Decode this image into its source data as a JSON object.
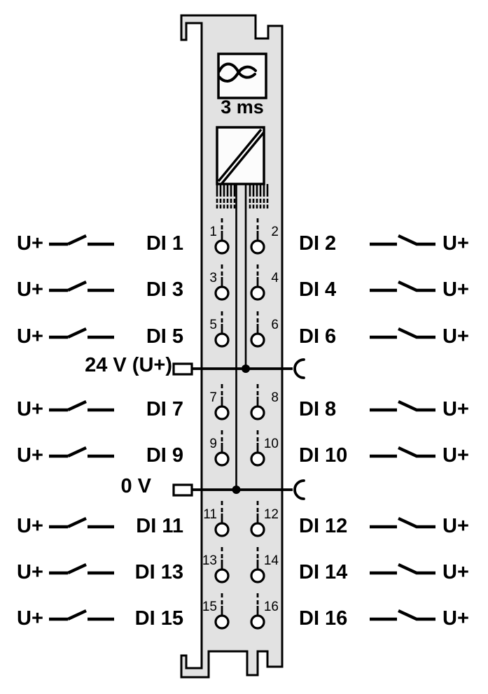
{
  "colors": {
    "body_fill": "#e2e2e2",
    "inner_box_fill": "#fcfcfc",
    "line": "#000000",
    "background": "#ffffff"
  },
  "module": {
    "filter": {
      "icon": "sine-filter-icon",
      "time_label": "3 ms"
    },
    "isolation": {
      "icon": "galvanic-isolation-icon"
    },
    "bus": {
      "icon": "internal-bus-ribbon-icon"
    }
  },
  "power": {
    "supply": {
      "label": "24 V (U+)",
      "terminal_icon": "wire-terminal-icon",
      "contact_icon": "jumper-contact-icon"
    },
    "ground": {
      "label": "0 V",
      "terminal_icon": "wire-terminal-icon",
      "contact_icon": "jumper-contact-icon"
    }
  },
  "rows": [
    {
      "left_supply": "U+",
      "left_channel": "DI 1",
      "left_pin": "1",
      "right_pin": "2",
      "right_channel": "DI 2",
      "right_supply": "U+"
    },
    {
      "left_supply": "U+",
      "left_channel": "DI 3",
      "left_pin": "3",
      "right_pin": "4",
      "right_channel": "DI 4",
      "right_supply": "U+"
    },
    {
      "left_supply": "U+",
      "left_channel": "DI 5",
      "left_pin": "5",
      "right_pin": "6",
      "right_channel": "DI 6",
      "right_supply": "U+"
    },
    {
      "left_supply": "U+",
      "left_channel": "DI 7",
      "left_pin": "7",
      "right_pin": "8",
      "right_channel": "DI 8",
      "right_supply": "U+"
    },
    {
      "left_supply": "U+",
      "left_channel": "DI 9",
      "left_pin": "9",
      "right_pin": "10",
      "right_channel": "DI 10",
      "right_supply": "U+"
    },
    {
      "left_supply": "U+",
      "left_channel": "DI 11",
      "left_pin": "11",
      "right_pin": "12",
      "right_channel": "DI 12",
      "right_supply": "U+"
    },
    {
      "left_supply": "U+",
      "left_channel": "DI 13",
      "left_pin": "13",
      "right_pin": "14",
      "right_channel": "DI 14",
      "right_supply": "U+"
    },
    {
      "left_supply": "U+",
      "left_channel": "DI 15",
      "left_pin": "15",
      "right_pin": "16",
      "right_channel": "DI 16",
      "right_supply": "U+"
    }
  ]
}
